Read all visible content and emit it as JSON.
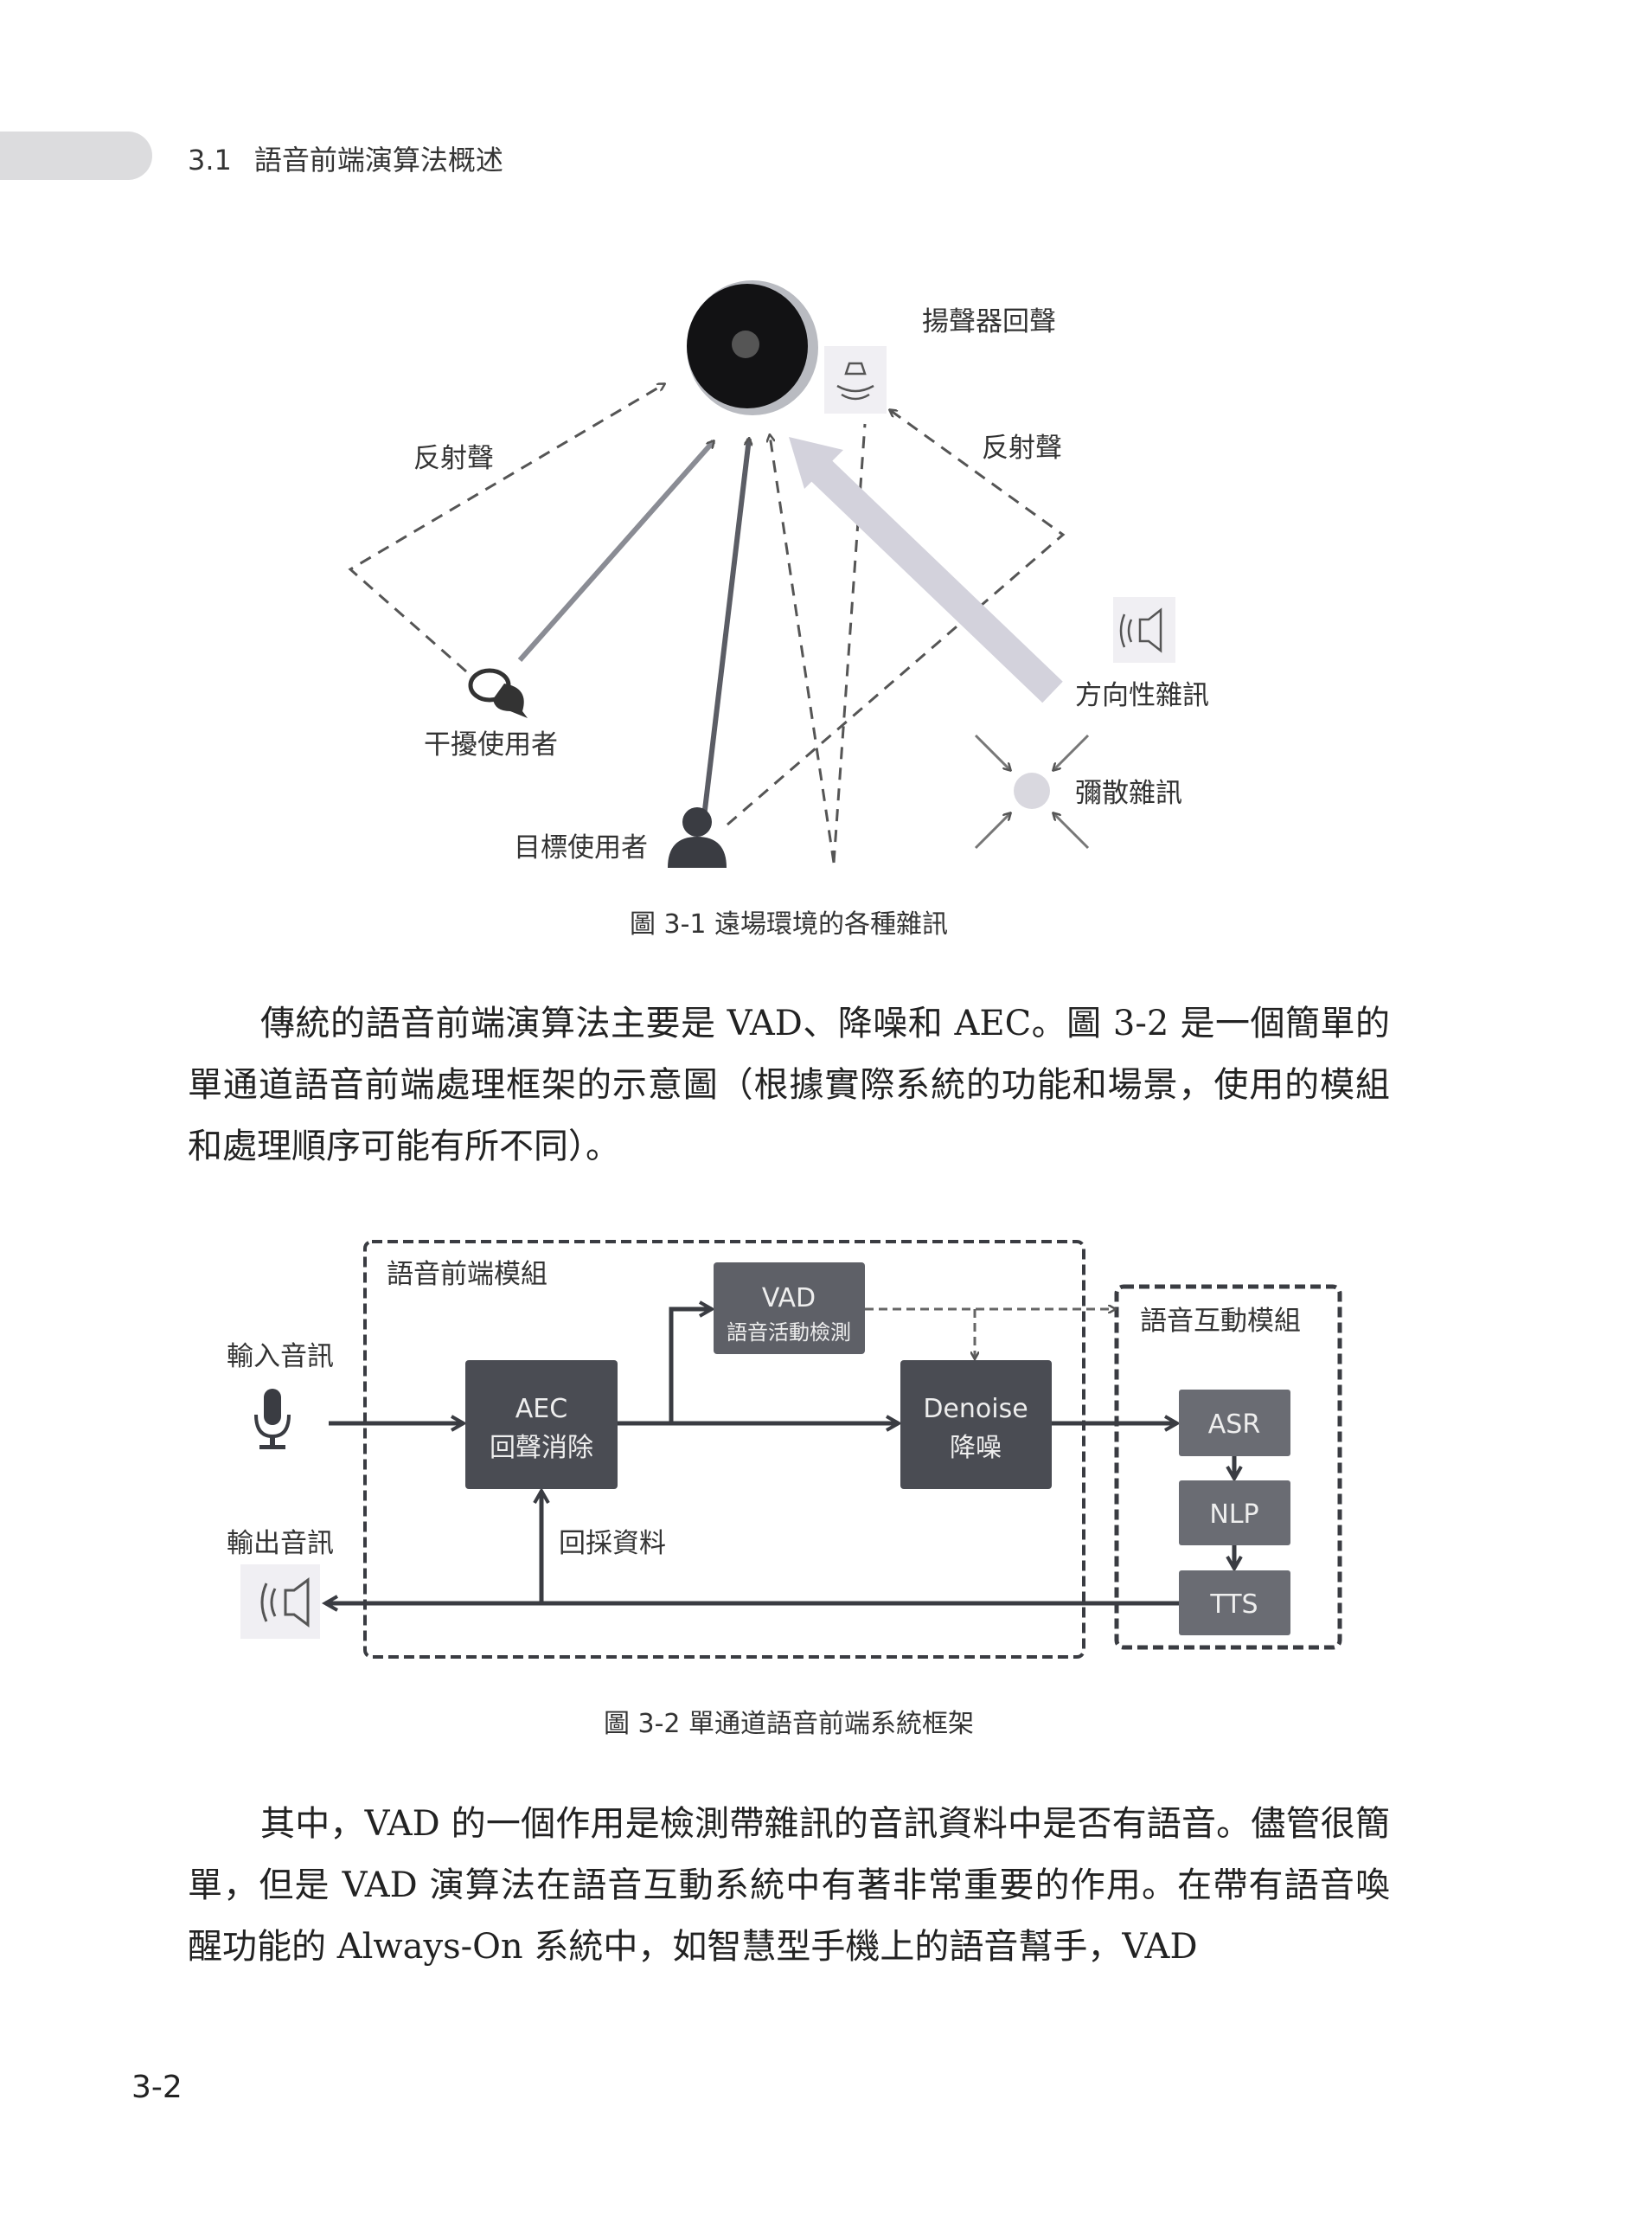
{
  "header": {
    "section_number": "3.1",
    "section_title": "語音前端演算法概述"
  },
  "figure1": {
    "labels": {
      "speaker_echo": "揚聲器回聲",
      "reflection_left": "反射聲",
      "reflection_right": "反射聲",
      "interfering_user": "干擾使用者",
      "target_user": "目標使用者",
      "directional_noise": "方向性雜訊",
      "diffuse_noise": "彌散雜訊"
    },
    "caption": "圖 3-1  遠場環境的各種雜訊"
  },
  "paragraph1": "傳統的語音前端演算法主要是 VAD、降噪和 AEC。圖 3-2 是一個簡單的單通道語音前端處理框架的示意圖（根據實際系統的功能和場景，使用的模組和處理順序可能有所不同）。",
  "figure2": {
    "frontend_module": "語音前端模組",
    "interaction_module": "語音互動模組",
    "input_audio": "輸入音訊",
    "output_audio": "輸出音訊",
    "aec": {
      "line1": "AEC",
      "line2": "回聲消除"
    },
    "vad": {
      "line1": "VAD",
      "line2": "語音活動檢測"
    },
    "denoise": {
      "line1": "Denoise",
      "line2": "降噪"
    },
    "asr": "ASR",
    "nlp": "NLP",
    "tts": "TTS",
    "loopback": "回採資料",
    "caption": "圖 3-2  單通道語音前端系統框架"
  },
  "paragraph2": "其中，VAD 的一個作用是檢測帶雜訊的音訊資料中是否有語音。儘管很簡單，但是 VAD 演算法在語音互動系統中有著非常重要的作用。在帶有語音喚醒功能的 Always-On 系統中，如智慧型手機上的語音幫手，VAD",
  "page_number": "3-2"
}
